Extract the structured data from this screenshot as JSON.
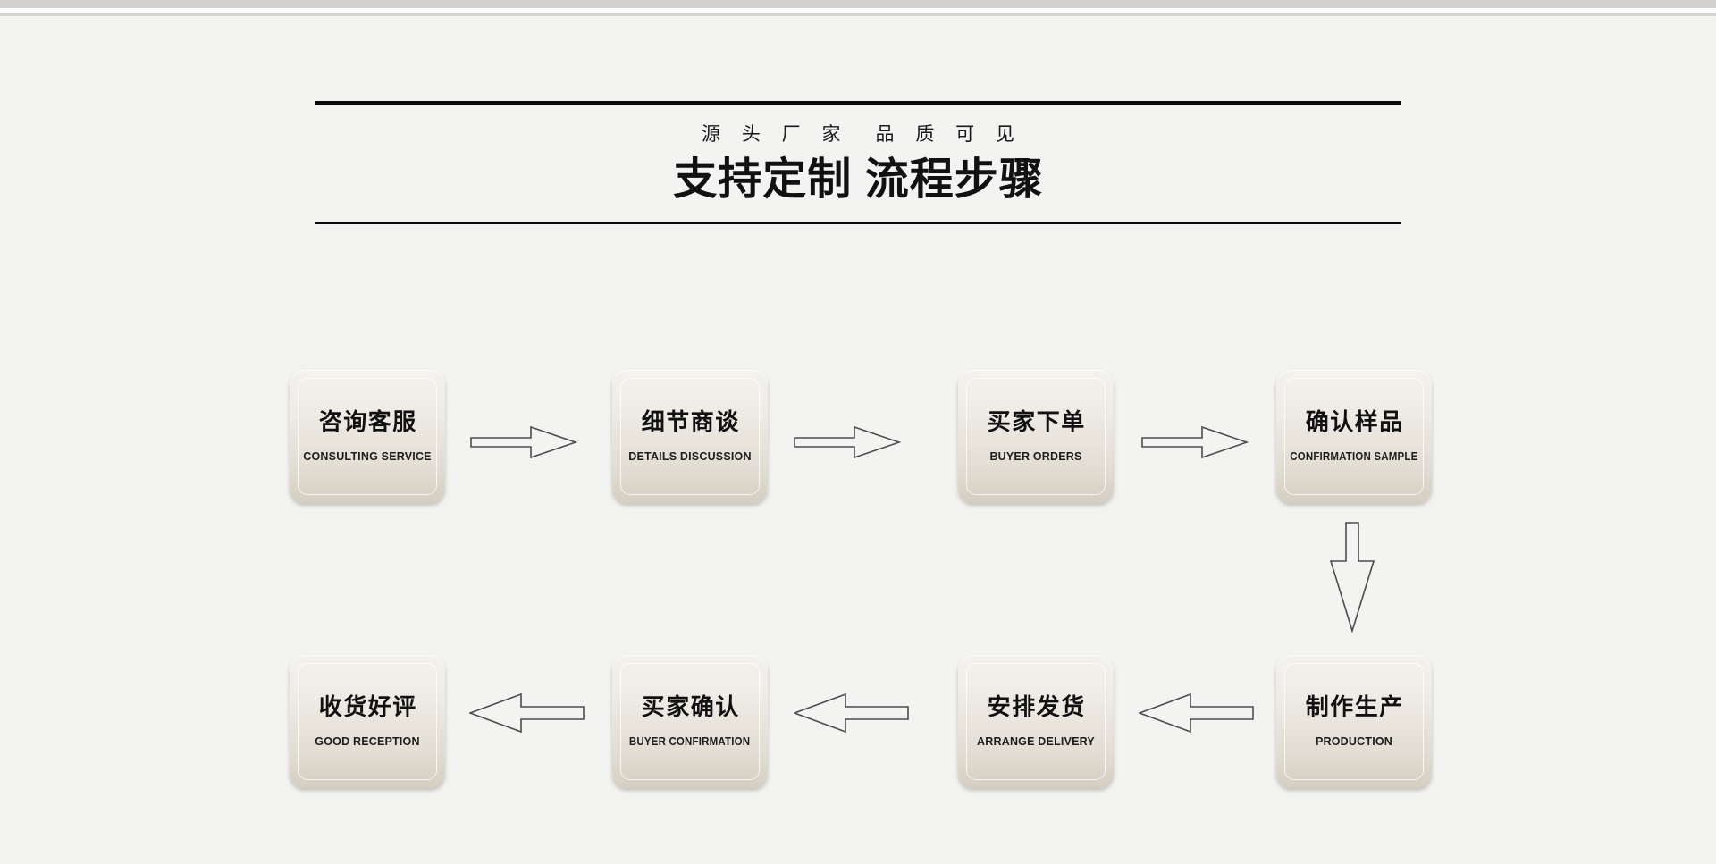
{
  "page": {
    "background_color": "#f3f3f2",
    "top_band_colors": [
      "#d5d1ce",
      "#fdfdfd",
      "#d6d2cf"
    ]
  },
  "header": {
    "subtitle": "源 头 厂 家　品 质 可 见",
    "title": "支持定制 流程步骤",
    "rule_color": "#0b0b0b"
  },
  "flow": {
    "node_fill_top": "#f4f2ed",
    "node_fill_bottom": "#d5cec1",
    "arrow_stroke": "#4d4d4d",
    "row1": [
      {
        "cn": "咨询客服",
        "en": "CONSULTING SERVICE"
      },
      {
        "cn": "细节商谈",
        "en": "DETAILS DISCUSSION"
      },
      {
        "cn": "买家下单",
        "en": "BUYER ORDERS"
      },
      {
        "cn": "确认样品",
        "en": "CONFIRMATION SAMPLE"
      }
    ],
    "row2": [
      {
        "cn": "收货好评",
        "en": "GOOD RECEPTION"
      },
      {
        "cn": "买家确认",
        "en": "BUYER CONFIRMATION"
      },
      {
        "cn": "安排发货",
        "en": "ARRANGE DELIVERY"
      },
      {
        "cn": "制作生产",
        "en": "PRODUCTION"
      }
    ],
    "arrows": {
      "right": "arrow-right-icon",
      "left": "arrow-left-icon",
      "down": "arrow-down-icon"
    }
  }
}
